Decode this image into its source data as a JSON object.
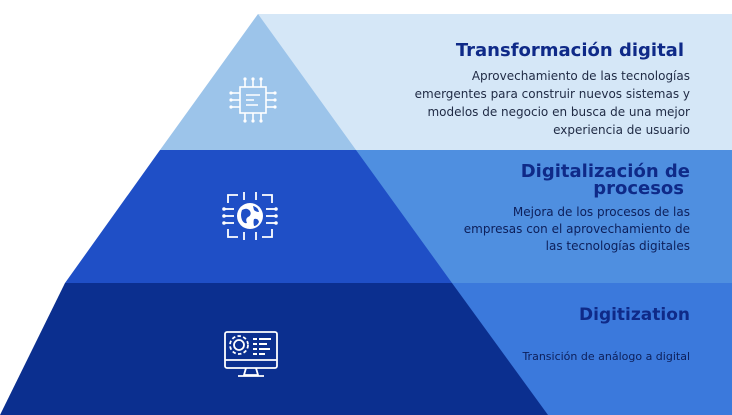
{
  "colors": {
    "band_top": "#d5e7f7",
    "band_mid": "#4f8fe0",
    "band_bot": "#3b79dc",
    "tier_top": "#9cc4ea",
    "tier_mid": "#1f4fc6",
    "tier_bot": "#0b2f8f",
    "title": "#0f2a88"
  },
  "tiers": [
    {
      "title": "Transformación digital",
      "description_lines": [
        "Aprovechamiento de las  tecnologías",
        "emergentes para construir nuevos sistemas y",
        "modelos de negocio en busca de una mejor",
        "experiencia de usuario"
      ],
      "icon": "circuit-chip-icon"
    },
    {
      "title_lines": [
        "Digitalización de",
        "procesos"
      ],
      "description_lines": [
        "Mejora de  los procesos de las",
        "empresas con el aprovechamiento de",
        "las tecnologías digitales"
      ],
      "icon": "globe-network-icon"
    },
    {
      "title": "Digitization",
      "description_lines": [
        "Transición de análogo a digital"
      ],
      "icon": "computer-gear-icon"
    }
  ]
}
